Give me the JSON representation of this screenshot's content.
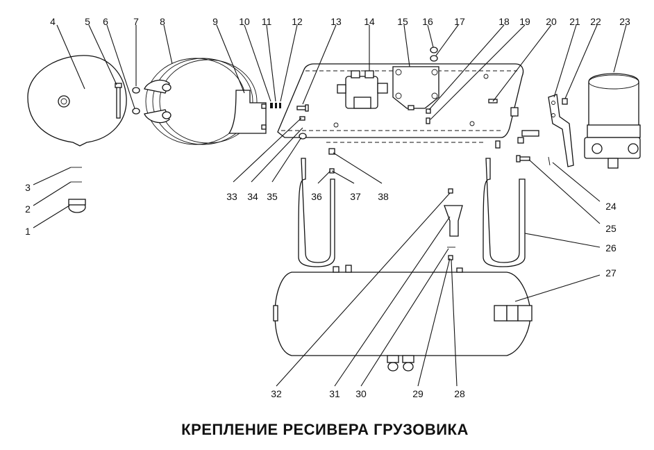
{
  "title": "КРЕПЛЕНИЕ РЕСИВЕРА ГРУЗОВИКА",
  "callouts": [
    {
      "id": "c1",
      "label": "1"
    },
    {
      "id": "c2",
      "label": "2"
    },
    {
      "id": "c3",
      "label": "3"
    },
    {
      "id": "c4",
      "label": "4"
    },
    {
      "id": "c5",
      "label": "5"
    },
    {
      "id": "c6",
      "label": "6"
    },
    {
      "id": "c7",
      "label": "7"
    },
    {
      "id": "c8",
      "label": "8"
    },
    {
      "id": "c9",
      "label": "9"
    },
    {
      "id": "c10",
      "label": "10"
    },
    {
      "id": "c11",
      "label": "11"
    },
    {
      "id": "c12",
      "label": "12"
    },
    {
      "id": "c13",
      "label": "13"
    },
    {
      "id": "c14",
      "label": "14"
    },
    {
      "id": "c15",
      "label": "15"
    },
    {
      "id": "c16",
      "label": "16"
    },
    {
      "id": "c17",
      "label": "17"
    },
    {
      "id": "c18",
      "label": "18"
    },
    {
      "id": "c19",
      "label": "19"
    },
    {
      "id": "c20",
      "label": "20"
    },
    {
      "id": "c21",
      "label": "21"
    },
    {
      "id": "c22",
      "label": "22"
    },
    {
      "id": "c23",
      "label": "23"
    },
    {
      "id": "c24",
      "label": "24"
    },
    {
      "id": "c25",
      "label": "25"
    },
    {
      "id": "c26",
      "label": "26"
    },
    {
      "id": "c27",
      "label": "27"
    },
    {
      "id": "c28",
      "label": "28"
    },
    {
      "id": "c29",
      "label": "29"
    },
    {
      "id": "c30",
      "label": "30"
    },
    {
      "id": "c31",
      "label": "31"
    },
    {
      "id": "c32",
      "label": "32"
    },
    {
      "id": "c33",
      "label": "33"
    },
    {
      "id": "c34",
      "label": "34"
    },
    {
      "id": "c35",
      "label": "35"
    },
    {
      "id": "c36",
      "label": "36"
    },
    {
      "id": "c37",
      "label": "37"
    },
    {
      "id": "c38",
      "label": "38"
    }
  ]
}
